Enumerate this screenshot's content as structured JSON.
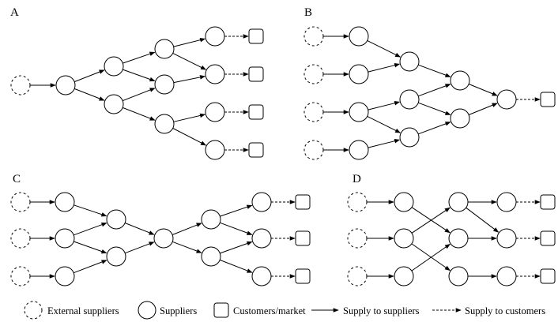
{
  "panels": [
    {
      "id": "A",
      "label": "A",
      "external": [
        [
          26,
          108
        ]
      ],
      "suppliers": [
        [
          83,
          108
        ],
        [
          144,
          84
        ],
        [
          144,
          132
        ],
        [
          208,
          62
        ],
        [
          208,
          107
        ],
        [
          208,
          157
        ],
        [
          272,
          46
        ],
        [
          272,
          94
        ],
        [
          272,
          142
        ],
        [
          272,
          190
        ]
      ],
      "customers": [
        [
          324,
          46
        ],
        [
          324,
          94
        ],
        [
          324,
          142
        ],
        [
          324,
          190
        ]
      ],
      "supply_edges": [
        [
          0,
          1
        ],
        [
          1,
          2
        ],
        [
          1,
          3
        ],
        [
          2,
          4
        ],
        [
          2,
          5
        ],
        [
          3,
          5
        ],
        [
          3,
          6
        ],
        [
          4,
          7
        ],
        [
          4,
          8
        ],
        [
          5,
          8
        ],
        [
          6,
          9
        ],
        [
          6,
          10
        ]
      ],
      "customer_edges": [
        [
          7,
          11
        ],
        [
          8,
          12
        ],
        [
          9,
          13
        ],
        [
          10,
          14
        ]
      ]
    },
    {
      "id": "B",
      "label": "B",
      "external": [
        [
          397,
          46
        ],
        [
          397,
          94
        ],
        [
          397,
          142
        ],
        [
          397,
          190
        ]
      ],
      "suppliers": [
        [
          454,
          46
        ],
        [
          454,
          94
        ],
        [
          454,
          142
        ],
        [
          454,
          190
        ],
        [
          518,
          78
        ],
        [
          518,
          126
        ],
        [
          518,
          174
        ],
        [
          582,
          102
        ],
        [
          582,
          150
        ],
        [
          641,
          126
        ]
      ],
      "customers": [
        [
          693,
          126
        ]
      ],
      "supply_edges": [
        [
          0,
          4
        ],
        [
          1,
          5
        ],
        [
          2,
          6
        ],
        [
          3,
          7
        ],
        [
          4,
          8
        ],
        [
          5,
          8
        ],
        [
          6,
          9
        ],
        [
          6,
          10
        ],
        [
          7,
          10
        ],
        [
          8,
          11
        ],
        [
          9,
          11
        ],
        [
          9,
          12
        ],
        [
          10,
          12
        ],
        [
          11,
          13
        ],
        [
          12,
          13
        ]
      ],
      "customer_edges": [
        [
          13,
          14
        ]
      ]
    },
    {
      "id": "C",
      "label": "C",
      "external": [
        [
          26,
          256
        ],
        [
          26,
          302
        ],
        [
          26,
          350
        ]
      ],
      "suppliers": [
        [
          82,
          256
        ],
        [
          82,
          302
        ],
        [
          82,
          350
        ],
        [
          147,
          278
        ],
        [
          147,
          325
        ],
        [
          207,
          302
        ],
        [
          267,
          278
        ],
        [
          267,
          325
        ],
        [
          331,
          256
        ],
        [
          331,
          302
        ],
        [
          331,
          350
        ]
      ],
      "customers": [
        [
          383,
          256
        ],
        [
          383,
          302
        ],
        [
          383,
          350
        ]
      ],
      "supply_edges": [
        [
          0,
          3
        ],
        [
          1,
          4
        ],
        [
          2,
          5
        ],
        [
          3,
          6
        ],
        [
          4,
          6
        ],
        [
          4,
          7
        ],
        [
          5,
          7
        ],
        [
          6,
          8
        ],
        [
          7,
          8
        ],
        [
          8,
          9
        ],
        [
          8,
          10
        ],
        [
          9,
          11
        ],
        [
          9,
          12
        ],
        [
          10,
          12
        ],
        [
          10,
          13
        ]
      ],
      "customer_edges": [
        [
          11,
          14
        ],
        [
          12,
          15
        ],
        [
          13,
          16
        ]
      ]
    },
    {
      "id": "D",
      "label": "D",
      "external": [
        [
          452,
          256
        ],
        [
          452,
          302
        ],
        [
          452,
          350
        ]
      ],
      "suppliers": [
        [
          511,
          256
        ],
        [
          511,
          302
        ],
        [
          511,
          350
        ],
        [
          580,
          256
        ],
        [
          580,
          302
        ],
        [
          580,
          350
        ],
        [
          641,
          256
        ],
        [
          641,
          302
        ],
        [
          641,
          350
        ]
      ],
      "customers": [
        [
          693,
          256
        ],
        [
          693,
          302
        ],
        [
          693,
          350
        ]
      ],
      "supply_edges": [
        [
          0,
          3
        ],
        [
          1,
          4
        ],
        [
          2,
          5
        ],
        [
          3,
          7
        ],
        [
          4,
          6
        ],
        [
          4,
          8
        ],
        [
          5,
          7
        ],
        [
          6,
          9
        ],
        [
          6,
          10
        ],
        [
          7,
          10
        ],
        [
          8,
          11
        ]
      ],
      "customer_edges": [
        [
          9,
          12
        ],
        [
          10,
          13
        ],
        [
          11,
          14
        ]
      ]
    }
  ],
  "legend": {
    "external_suppliers": "External suppliers",
    "suppliers": "Suppliers",
    "customers": "Customers/market",
    "supply_to_suppliers": "Supply to suppliers",
    "supply_to_customers": "Supply to customers"
  }
}
